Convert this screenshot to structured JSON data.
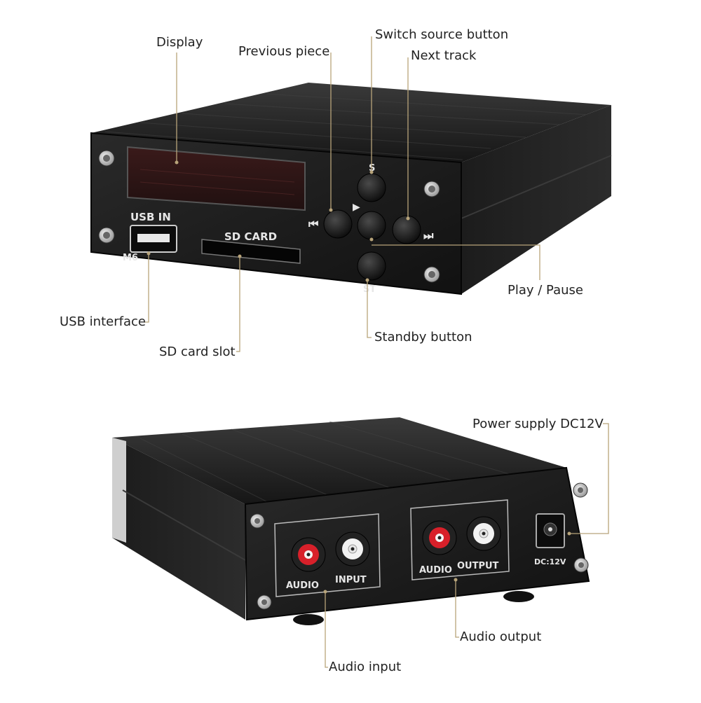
{
  "colors": {
    "leader_line": "#b8a47a",
    "chassis": "#1b1b1b",
    "chassis_light": "#2e2e2e",
    "silkscreen": "#e6e6e6",
    "rca_red": "#d8202a",
    "rca_white": "#f2f2f2"
  },
  "front_panel": {
    "usb_label": "USB IN",
    "model_label": "M6",
    "sd_label": "SD CARD",
    "source_button_mark": "S",
    "standby_button_mark": "ST",
    "play_mark": "▶",
    "prev_mark": "⏮",
    "next_mark": "⏭"
  },
  "back_panel": {
    "input_label_left": "AUDIO",
    "input_label_right": "INPUT",
    "output_label_left": "AUDIO",
    "output_label_right": "OUTPUT",
    "dc_label": "DC:12V"
  },
  "callouts": {
    "display": "Display",
    "previous_piece": "Previous piece",
    "switch_source": "Switch source button",
    "next_track": "Next track",
    "play_pause": "Play / Pause",
    "usb_interface": "USB interface",
    "sd_card_slot": "SD card slot",
    "standby_button": "Standby button",
    "power_supply": "Power supply DC12V",
    "audio_output": "Audio output",
    "audio_input": "Audio input"
  }
}
